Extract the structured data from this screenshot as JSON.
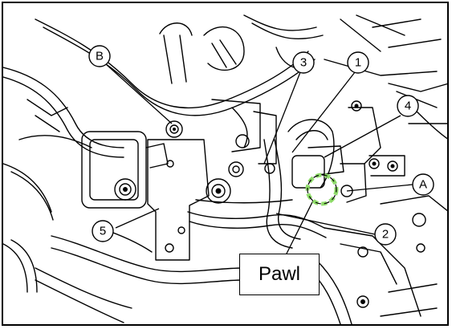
{
  "callouts": {
    "B": "B",
    "one": "1",
    "two": "2",
    "three": "3",
    "four": "4",
    "five": "5",
    "A": "A"
  },
  "label": {
    "pawl": "Pawl"
  },
  "colors": {
    "pawl_highlight": "#8fdc6a",
    "line": "#000000",
    "background": "#ffffff"
  },
  "icons": {
    "callout": "circle-callout",
    "highlight": "dashed-circle-highlight"
  }
}
